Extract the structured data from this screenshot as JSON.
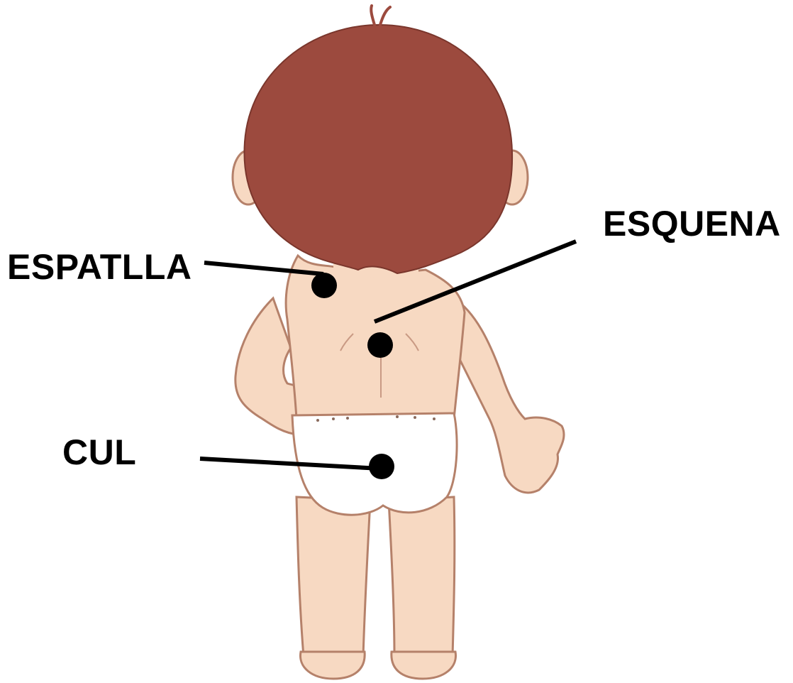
{
  "labels": {
    "shoulder": "ESPATLLA",
    "back": "ESQUENA",
    "bottom": "CUL"
  },
  "colors": {
    "hair": "#9c4a3e",
    "skin": "#f7d9c2",
    "outline": "#b5816a",
    "diaper": "#ffffff",
    "marker": "#000000"
  }
}
